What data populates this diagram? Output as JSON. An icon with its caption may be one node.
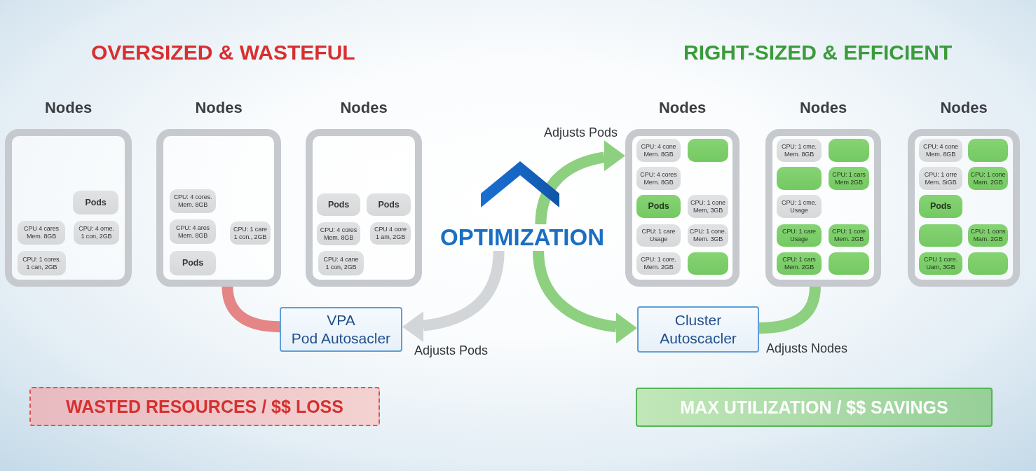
{
  "diagram": {
    "nodes": [
      {
        "text": [
          "Nodes"
        ]
      },
      {
        "text": [
          "Pods"
        ],
        "in": 0
      },
      {
        "text": [
          "CPU 4 cares Mem. 8GB"
        ],
        "in": 0
      },
      {
        "text": [
          "CPU: 4 ome. 1 con, 2GB"
        ],
        "in": 0
      },
      {
        "text": [
          "CPU: 1 cores. 1 can, 2GB"
        ],
        "in": 0
      },
      {
        "text": [
          "Nodes"
        ]
      },
      {
        "text": [
          "CPU: 4 cores. Mem. 8GB"
        ],
        "in": 5
      },
      {
        "text": [
          "CPU: 4 ares Mem. 8GB"
        ],
        "in": 5
      },
      {
        "text": [
          "CPU: 1 care 1 con., 2GB"
        ],
        "in": 5
      },
      {
        "text": [
          "Pods"
        ],
        "in": 5
      },
      {
        "text": [
          "Nodes"
        ]
      },
      {
        "text": [
          "Pods"
        ],
        "in": 10
      },
      {
        "text": [
          "Pods"
        ],
        "in": 10
      },
      {
        "text": [
          "CPU: 4 cores Mem. 8GB"
        ],
        "in": 10
      },
      {
        "text": [
          "CPU 4 oore 1 am, 2GB"
        ],
        "in": 10
      },
      {
        "text": [
          "CPU: 4 cane 1 con, 2GB"
        ],
        "in": 10
      },
      {
        "text": [
          "Nodes"
        ]
      },
      {
        "text": [
          "CPU: 4 cone Mem. 8GB"
        ],
        "in": 16
      },
      {
        "text": [],
        "shape": "box",
        "in": 16
      },
      {
        "text": [
          "CPU: 4 cores Mem. 8GB"
        ],
        "in": 16
      },
      {
        "text": [
          "Pods"
        ],
        "in": 16
      },
      {
        "text": [
          "CPU: 1 cone Mem, 3GB"
        ],
        "in": 16
      },
      {
        "text": [
          "CPU: 1 care Usage"
        ],
        "in": 16
      },
      {
        "text": [
          "CPU: 1 cone. Mem. 3GB"
        ],
        "in": 16
      },
      {
        "text": [
          "CPU: 1 core. Mem. 2GB"
        ],
        "in": 16
      },
      {
        "text": [],
        "shape": "box",
        "in": 16
      },
      {
        "text": [
          "Nodes"
        ]
      },
      {
        "text": [
          "CPU: 1 cme. Mem. 8GB"
        ],
        "in": 26
      },
      {
        "text": [],
        "shape": "box",
        "in": 26
      },
      {
        "text": [],
        "shape": "box",
        "in": 26
      },
      {
        "text": [
          "CPU: 1 cars Mem 2GB"
        ],
        "in": 26
      },
      {
        "text": [
          "CPU: 1 cme. Usage"
        ],
        "in": 26
      },
      {
        "text": [
          "CPU: 1 care Usage"
        ],
        "in": 26
      },
      {
        "text": [
          "CPU: 1 core Mem. 2GB"
        ],
        "in": 26
      },
      {
        "text": [
          "CPU: 1 cars Mem. 2GB"
        ],
        "in": 26
      },
      {
        "text": [],
        "shape": "box",
        "in": 26
      },
      {
        "text": [
          "Nodes"
        ]
      },
      {
        "text": [
          "CPU: 4 cone Mem. 8GB"
        ],
        "in": 36
      },
      {
        "text": [],
        "shape": "box",
        "in": 36
      },
      {
        "text": [
          "CPU: 1 orre Mem. SiGB"
        ],
        "in": 36
      },
      {
        "text": [
          "CPU: 1 cone Mam. 2GB"
        ],
        "in": 36
      },
      {
        "text": [
          "Pods"
        ],
        "in": 36
      },
      {
        "text": [],
        "shape": "box",
        "in": 36
      },
      {
        "text": [
          "CPU: 1 oons Mam. 2GB"
        ],
        "in": 36
      },
      {
        "text": [
          "CPU 1 core. Uam, 3GB"
        ],
        "in": 36
      },
      {
        "text": [],
        "shape": "box",
        "in": 36
      },
      {
        "text": [
          "OPTIMIZATION"
        ]
      },
      {
        "text": [
          "VPA",
          "Pod Autosacler"
        ]
      },
      {
        "text": [
          "Cluster Autoscacler"
        ]
      },
      {
        "text": [
          "WASTED RESOURCES / $$ LOSS"
        ]
      },
      {
        "text": [
          "MAX UTILIZATION / $$ SAVINGS"
        ]
      }
    ],
    "edges": [
      {
        "from": 5,
        "to": 47,
        "arrow": "none",
        "color": "#e58585"
      },
      {
        "from": 46,
        "to": 47,
        "arrow": "to",
        "label": "Adjusts Pods",
        "color": "#d3d6d9"
      },
      {
        "from": 46,
        "to": 16,
        "arrow": "to",
        "label": "Adjusts Pods"
      },
      {
        "from": 46,
        "to": 48,
        "arrow": "to"
      },
      {
        "from": 48,
        "to": 26,
        "arrow": "none",
        "label": "Adjusts Nodes"
      }
    ],
    "labels": [
      "OVERSIZED & WASTEFUL",
      "RIGHT-SIZED & EFFICIENT"
    ]
  }
}
